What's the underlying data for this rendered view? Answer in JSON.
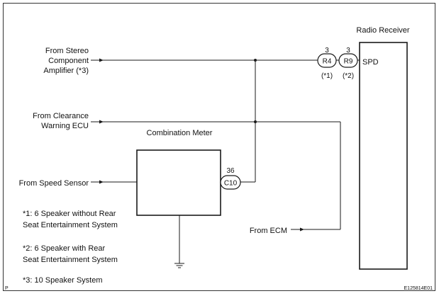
{
  "diagram": {
    "radio_receiver": "Radio Receiver",
    "combination_meter": "Combination Meter",
    "from_stereo": [
      "From Stereo",
      "Component",
      "Amplifier (*3)"
    ],
    "from_clearance": [
      "From Clearance",
      "Warning ECU"
    ],
    "from_speed_sensor": "From Speed Sensor",
    "from_ecm": "From ECM",
    "spd_label": "SPD",
    "connectors": {
      "r4": {
        "label": "R4",
        "pin": "3",
        "note": "(*1)"
      },
      "r9": {
        "label": "R9",
        "pin": "3",
        "note": "(*2)"
      },
      "c10": {
        "label": "C10",
        "pin": "36"
      }
    },
    "notes": [
      [
        "*1: 6 Speaker without Rear",
        "Seat Entertainment System"
      ],
      [
        "*2: 6 Speaker with Rear",
        "Seat Entertainment System"
      ],
      [
        "*3: 10 Speaker System"
      ]
    ],
    "corner_mark": "P",
    "figure_id": "E125814E01"
  }
}
